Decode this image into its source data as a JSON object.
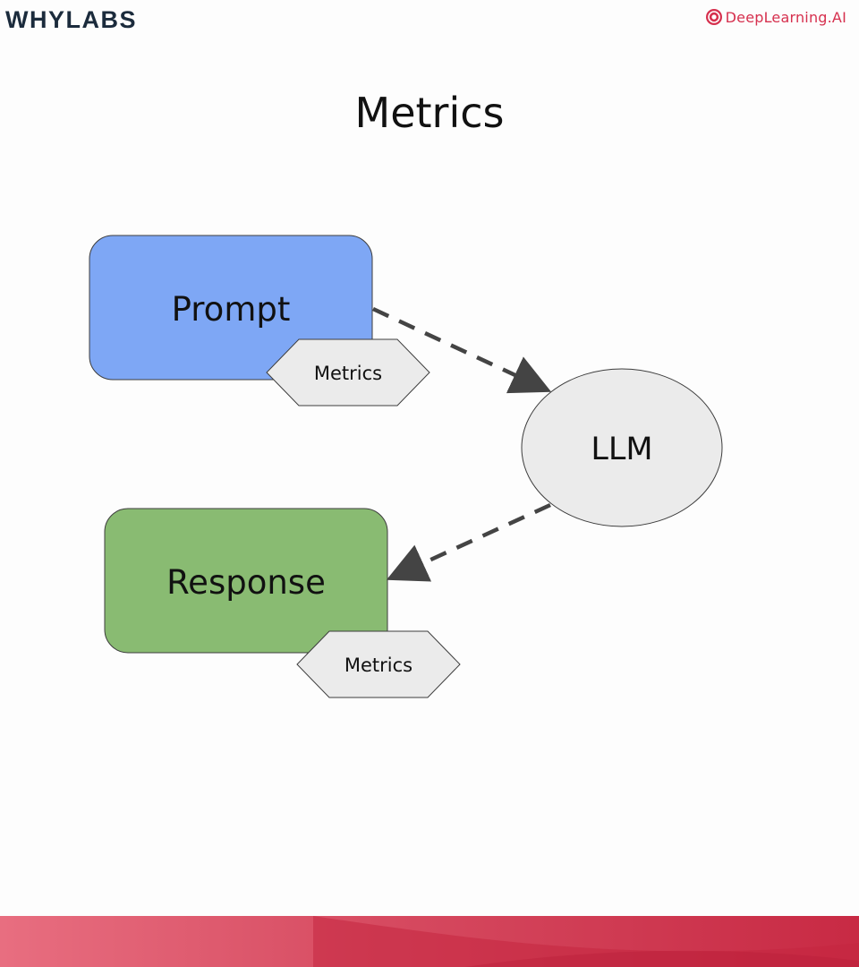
{
  "brand": {
    "left_logo": "WHYLABS",
    "right_logo": "DeepLearning.AI",
    "right_logo_icon": "deeplearning-ai-logo-icon"
  },
  "title": "Metrics",
  "diagram": {
    "nodes": {
      "prompt": {
        "label": "Prompt",
        "color": "#7ea7f5"
      },
      "llm": {
        "label": "LLM",
        "color": "#ebebeb"
      },
      "response": {
        "label": "Response",
        "color": "#89bb72"
      },
      "prompt_metrics": {
        "label": "Metrics",
        "color": "#ebebeb"
      },
      "response_metrics": {
        "label": "Metrics",
        "color": "#ebebeb"
      }
    },
    "edges": [
      {
        "from": "Prompt",
        "to": "LLM",
        "style": "dashed"
      },
      {
        "from": "LLM",
        "to": "Response",
        "style": "dashed"
      }
    ]
  },
  "colors": {
    "footer_left": "#e86e80",
    "footer_right": "#c82a44",
    "brand_red": "#d6304e",
    "edge": "#444444"
  }
}
